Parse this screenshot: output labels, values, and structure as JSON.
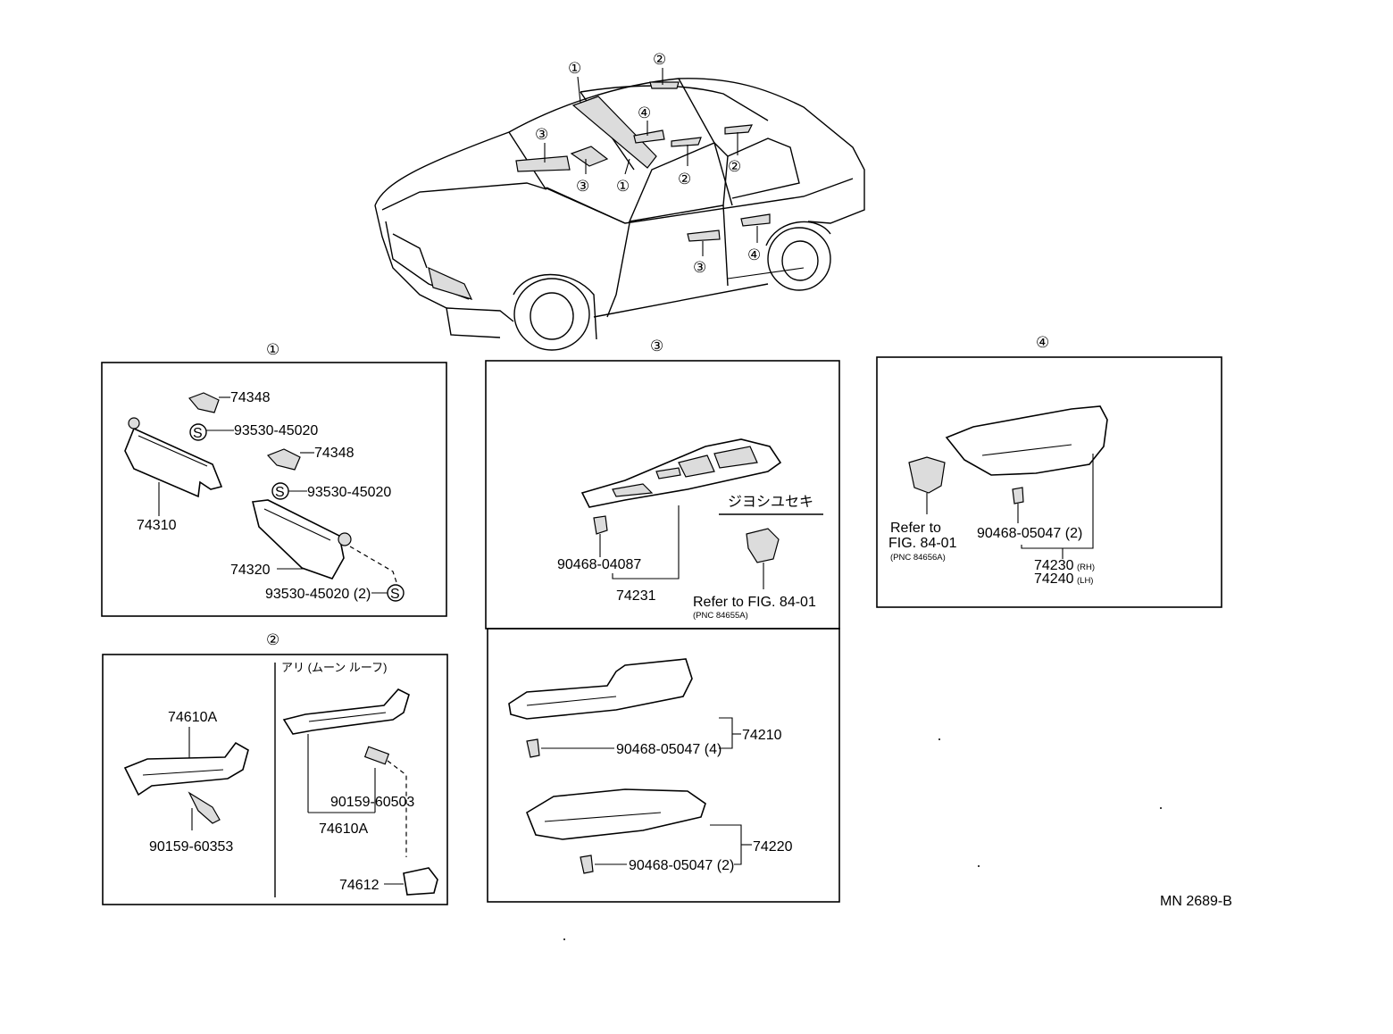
{
  "callouts": {
    "c1": "①",
    "c2": "②",
    "c3": "③",
    "c4": "④"
  },
  "section1": {
    "p_74348_a": "74348",
    "p_93530_a": "93530-45020",
    "p_74348_b": "74348",
    "p_93530_b": "93530-45020",
    "p_74310": "74310",
    "p_74320": "74320",
    "p_93530_c": "93530-45020 (2)",
    "s_symbol": "S"
  },
  "section2": {
    "moonroof_note": "アリ (ムーン ルーフ)",
    "p_74610a_left": "74610A",
    "p_90159_60353": "90159-60353",
    "p_90159_60503": "90159-60503",
    "p_74610a_right": "74610A",
    "p_74612": "74612"
  },
  "section3": {
    "p_90468_04087": "90468-04087",
    "p_74231": "74231",
    "passenger_note": "ジヨシユセキ",
    "refer_fig": "Refer to FIG. 84-01",
    "refer_pnc": "(PNC 84655A)",
    "p_90468_05047_4": "90468-05047 (4)",
    "p_74210": "74210",
    "p_90468_05047_2": "90468-05047 (2)",
    "p_74220": "74220"
  },
  "section4": {
    "refer_to": "Refer to",
    "refer_fig": "FIG. 84-01",
    "refer_pnc": "(PNC 84656A)",
    "p_90468_05047_2": "90468-05047 (2)",
    "p_74230": "74230",
    "rh": "(RH)",
    "p_74240": "74240",
    "lh": "(LH)"
  },
  "footer": {
    "code": "MN 2689-B"
  }
}
